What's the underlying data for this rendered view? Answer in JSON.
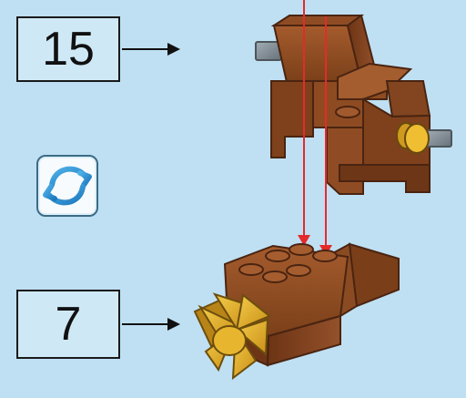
{
  "steps": {
    "upper_callout": "15",
    "lower_callout": "7"
  },
  "icons": {
    "rotate": "rotate-icon",
    "arrow_right": "arrow-right-icon",
    "assembly_guides": "red-guide-lines"
  },
  "colors": {
    "background": "#bfe0f3",
    "brick_brown": "#8a4a22",
    "brick_dark": "#5a2b12",
    "guide_red": "#e52a2a",
    "flower_gold": "#d7a526",
    "pin_gray": "#8c959b"
  }
}
